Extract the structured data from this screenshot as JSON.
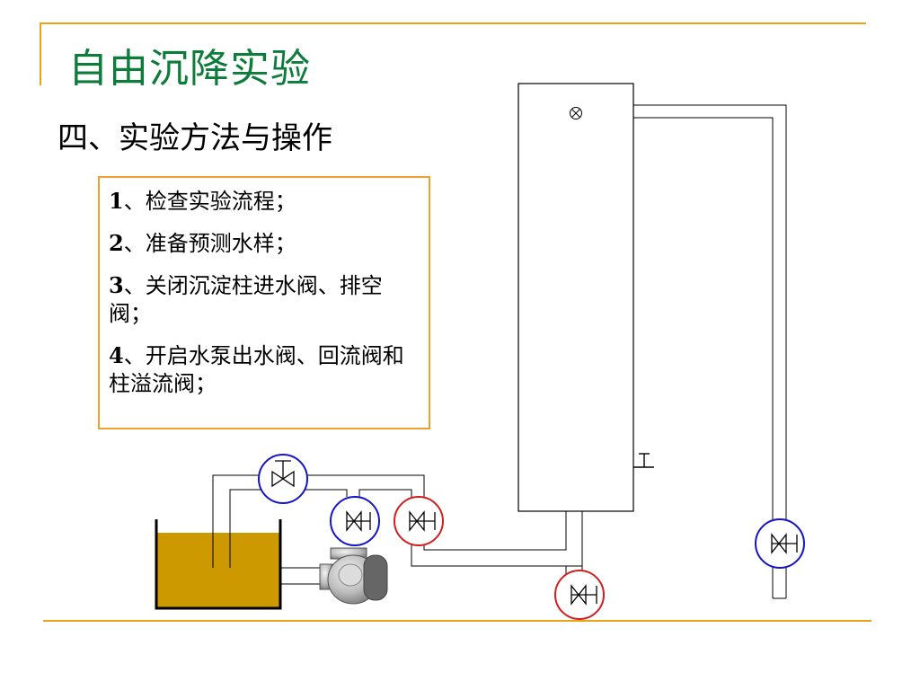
{
  "title": "自由沉降实验",
  "subtitle": "四、实验方法与操作",
  "steps": [
    {
      "num": "1",
      "text": "、检查实验流程；"
    },
    {
      "num": "2",
      "text": "、准备预测水样；"
    },
    {
      "num": "3",
      "text": "、关闭沉淀柱进水阀、排空阀；"
    },
    {
      "num": "4",
      "text": "、开启水泵出水阀、回流阀和柱溢流阀；"
    }
  ],
  "colors": {
    "accent_line": "#e8a317",
    "title": "#0c7c3a",
    "box_border": "#f0a030",
    "water": "#cc9900",
    "valve_blue": "#1414c8",
    "valve_red": "#d21e1e"
  },
  "diagram": {
    "icons": [
      "water-tank-icon",
      "pump-icon",
      "settling-column-icon",
      "gauge-icon",
      "gate-valve-icon",
      "globe-valve-icon",
      "sample-tap-icon"
    ]
  }
}
